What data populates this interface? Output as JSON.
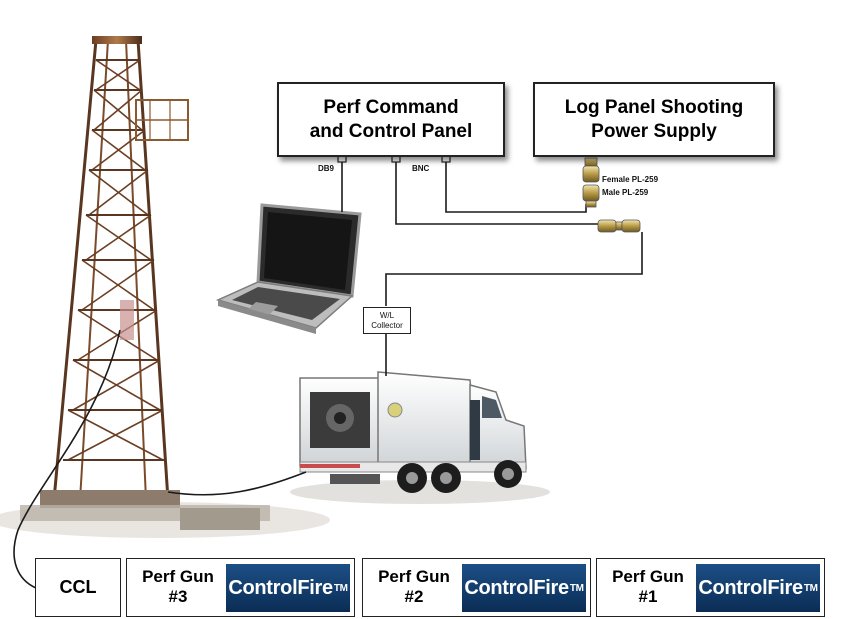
{
  "panels": {
    "command": {
      "line1": "Perf Command",
      "line2": "and Control Panel"
    },
    "power": {
      "line1": "Log Panel Shooting",
      "line2": "Power Supply"
    }
  },
  "ports": {
    "db9": "DB9",
    "bnc": "BNC"
  },
  "connectors": {
    "female": "Female PL-259",
    "male": "Male PL-259"
  },
  "collector": {
    "line1": "W/L",
    "line2": "Collector"
  },
  "bottom": {
    "ccl": "CCL",
    "guns": [
      {
        "line1": "Perf Gun",
        "line2": "#3",
        "badge": "ControlFire",
        "tm": "TM"
      },
      {
        "line1": "Perf Gun",
        "line2": "#2",
        "badge": "ControlFire",
        "tm": "TM"
      },
      {
        "line1": "Perf Gun",
        "line2": "#1",
        "badge": "ControlFire",
        "tm": "TM"
      }
    ]
  }
}
